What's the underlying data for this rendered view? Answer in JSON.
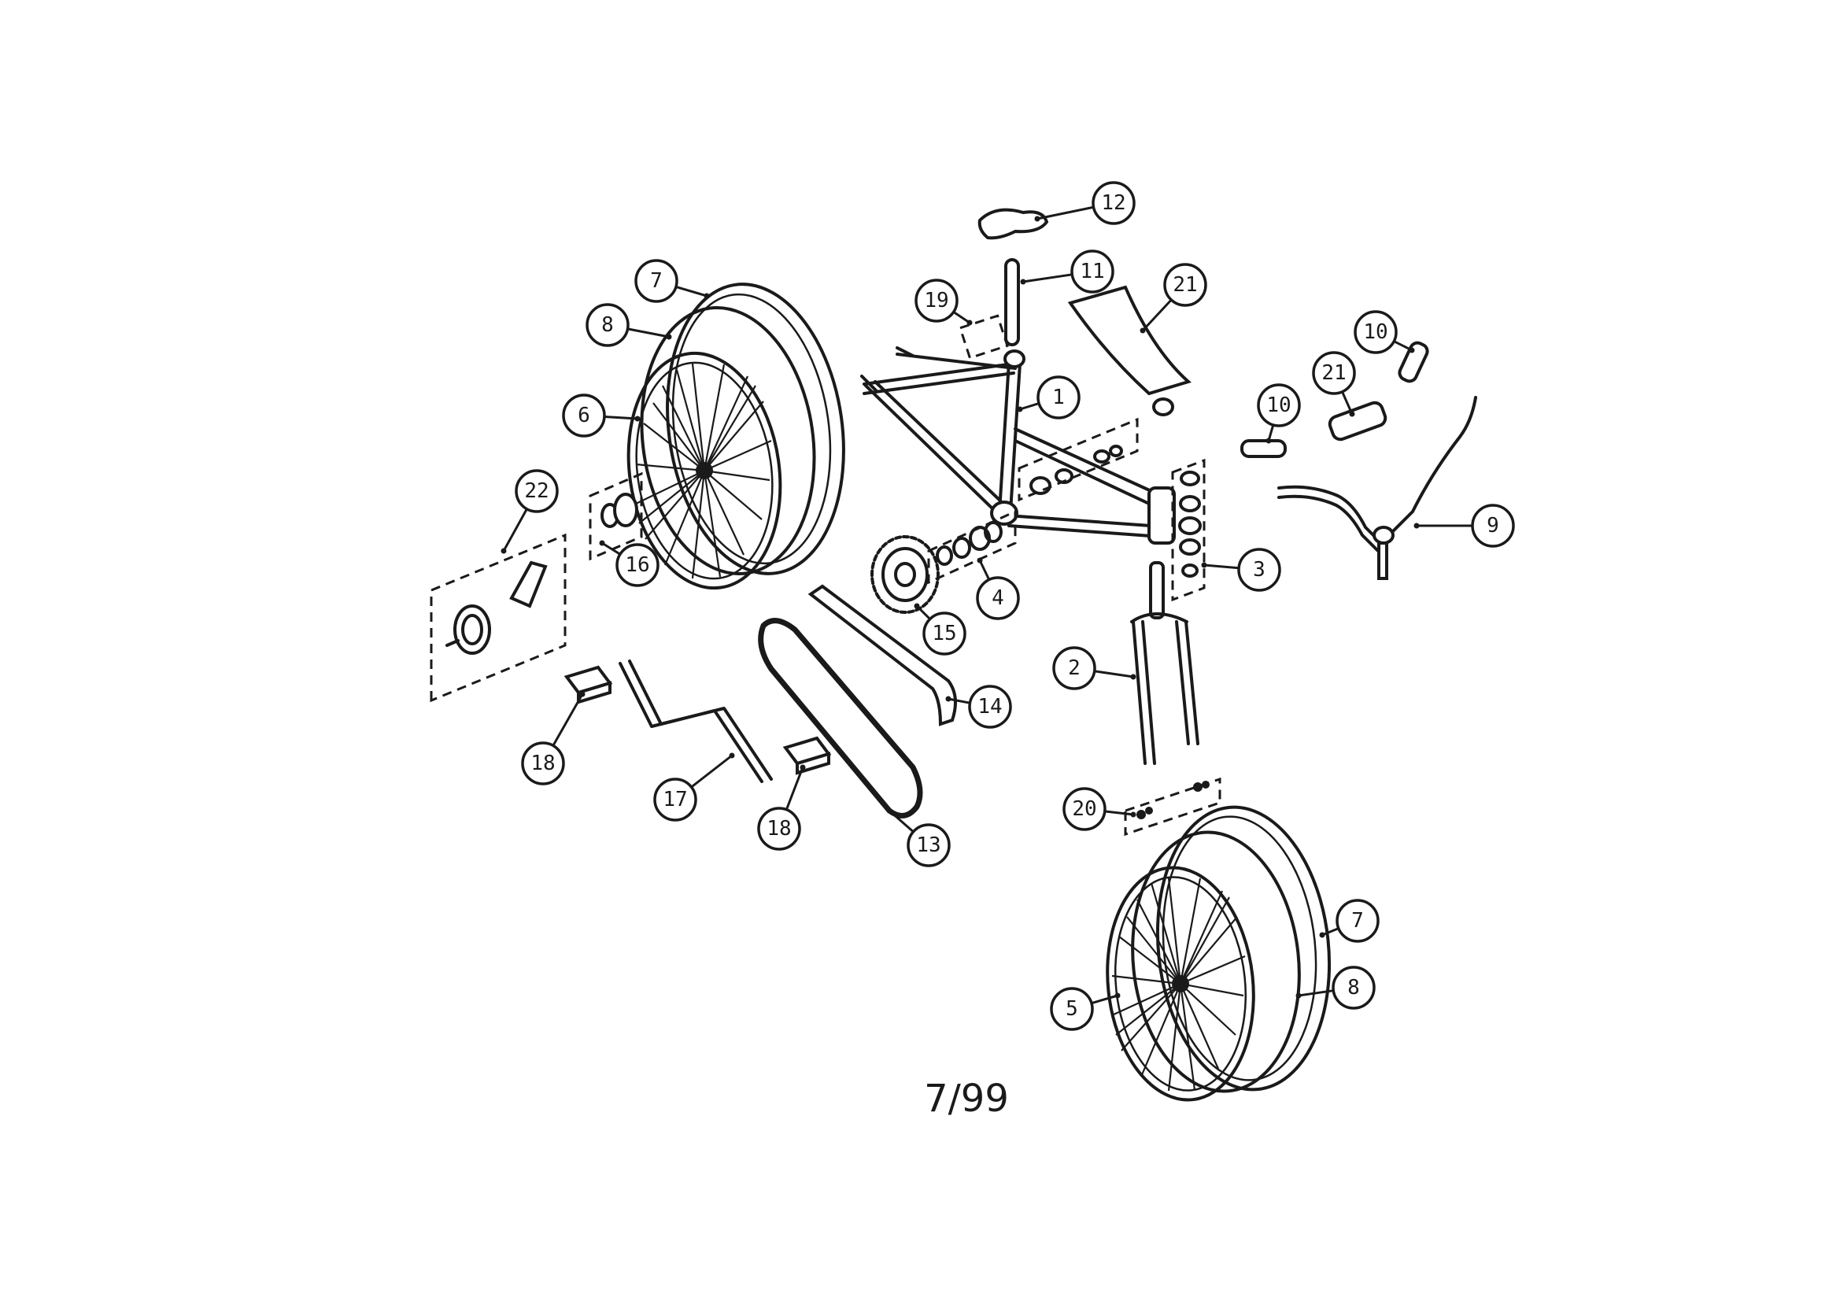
{
  "diagram": {
    "footer": "7/99",
    "callouts": [
      {
        "id": "c12",
        "label": "12"
      },
      {
        "id": "c11",
        "label": "11"
      },
      {
        "id": "c19",
        "label": "19"
      },
      {
        "id": "c21a",
        "label": "21"
      },
      {
        "id": "c1",
        "label": "1"
      },
      {
        "id": "c10a",
        "label": "10"
      },
      {
        "id": "c21b",
        "label": "21"
      },
      {
        "id": "c10b",
        "label": "10"
      },
      {
        "id": "c9",
        "label": "9"
      },
      {
        "id": "c7a",
        "label": "7"
      },
      {
        "id": "c8a",
        "label": "8"
      },
      {
        "id": "c6",
        "label": "6"
      },
      {
        "id": "c22",
        "label": "22"
      },
      {
        "id": "c16",
        "label": "16"
      },
      {
        "id": "c4",
        "label": "4"
      },
      {
        "id": "c3",
        "label": "3"
      },
      {
        "id": "c15",
        "label": "15"
      },
      {
        "id": "c14",
        "label": "14"
      },
      {
        "id": "c2",
        "label": "2"
      },
      {
        "id": "c18a",
        "label": "18"
      },
      {
        "id": "c17",
        "label": "17"
      },
      {
        "id": "c18b",
        "label": "18"
      },
      {
        "id": "c13",
        "label": "13"
      },
      {
        "id": "c20",
        "label": "20"
      },
      {
        "id": "c7b",
        "label": "7"
      },
      {
        "id": "c8b",
        "label": "8"
      },
      {
        "id": "c5",
        "label": "5"
      }
    ]
  }
}
